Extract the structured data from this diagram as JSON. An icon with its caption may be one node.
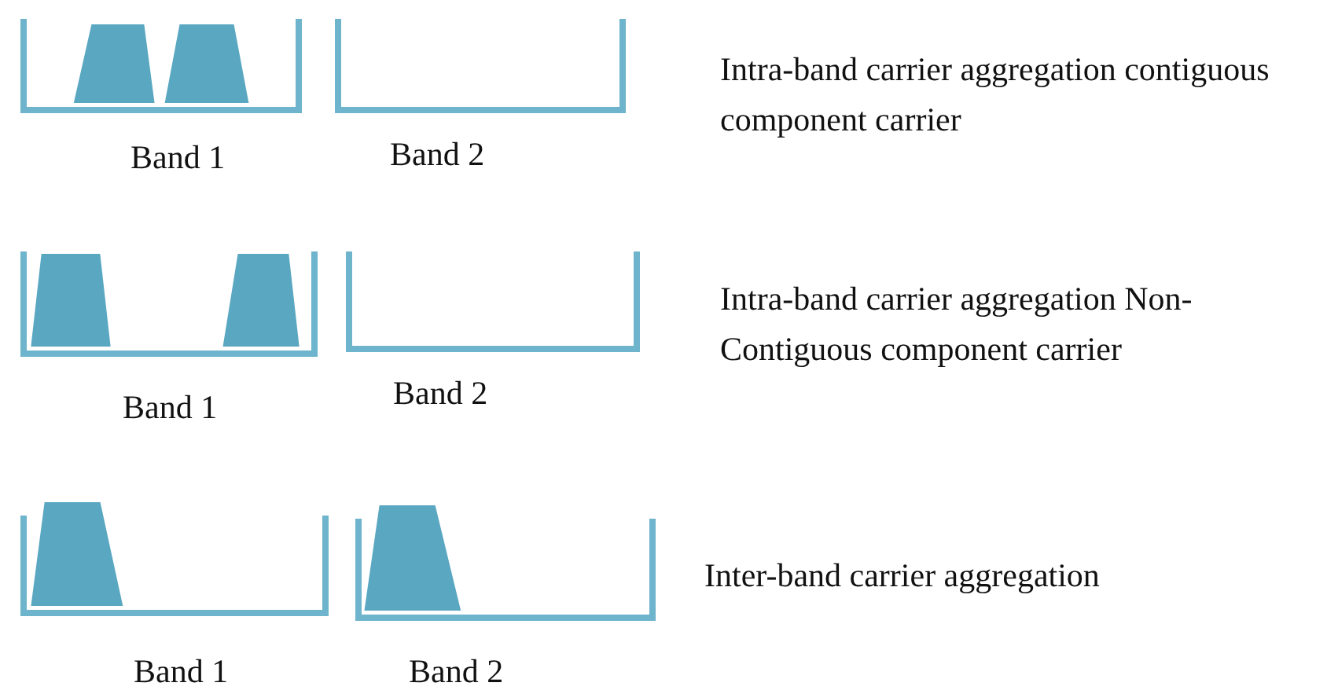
{
  "diagram": {
    "labels": [
      "Intra-band carrier aggregation contiguous component carrier",
      "Band 1",
      "Band 2",
      "Intra-band carrier aggregation Non-Contiguous component carrier",
      "Band 1",
      "Band 2",
      "Inter-band carrier aggregation",
      "Band 1",
      "Band 2"
    ]
  }
}
